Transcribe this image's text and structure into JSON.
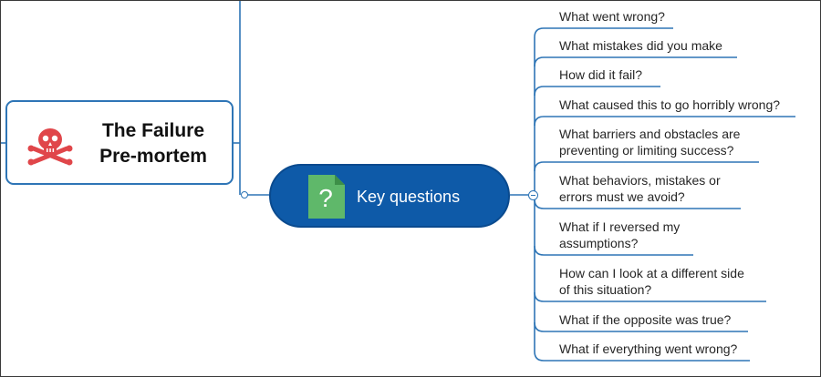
{
  "diagram": {
    "topic": {
      "title_lines": [
        "The Failure",
        "Pre-mortem"
      ],
      "icon": "skull-crossbones-icon"
    },
    "central": {
      "label": "Key questions",
      "icon": "question-document-icon"
    },
    "questions": [
      {
        "lines": [
          "What went wrong?"
        ]
      },
      {
        "lines": [
          "What mistakes did you make"
        ]
      },
      {
        "lines": [
          "How did it fail?"
        ]
      },
      {
        "lines": [
          "What caused this to go horribly wrong?"
        ]
      },
      {
        "lines": [
          "What barriers and obstacles are",
          "preventing or limiting success?"
        ]
      },
      {
        "lines": [
          "What behaviors, mistakes or",
          "errors must we avoid?"
        ]
      },
      {
        "lines": [
          "What if I reversed my",
          "assumptions?"
        ]
      },
      {
        "lines": [
          "How can I look at a different side",
          "of this situation?"
        ]
      },
      {
        "lines": [
          "What if the opposite was true?"
        ]
      },
      {
        "lines": [
          "What if everything went wrong?"
        ]
      }
    ],
    "colors": {
      "connector": "#2e75b6",
      "central_fill": "#0e5aa8",
      "skull": "#e0464a",
      "doc_icon": "#5fb86a"
    }
  }
}
